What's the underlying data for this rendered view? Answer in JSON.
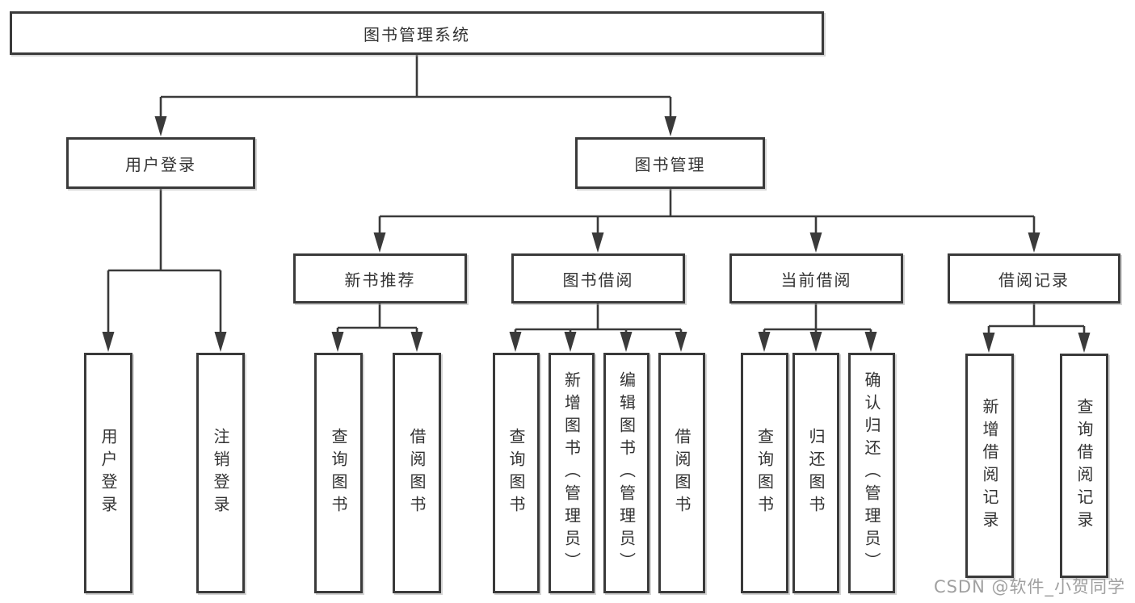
{
  "diagram": {
    "type": "tree",
    "colors": {
      "line": "#3a3a3a",
      "box_border": "#3a3a3a",
      "box_fill": "#ffffff",
      "text": "#333333",
      "watermark": "#969696",
      "background": "#ffffff"
    },
    "nodes": {
      "root": {
        "label": "图书管理系统"
      },
      "login": {
        "label": "用户登录"
      },
      "mgmt": {
        "label": "图书管理"
      },
      "login_user": {
        "label": "用户登录"
      },
      "login_logout": {
        "label": "注销登录"
      },
      "rec": {
        "label": "新书推荐"
      },
      "borrow": {
        "label": "图书借阅"
      },
      "current": {
        "label": "当前借阅"
      },
      "record": {
        "label": "借阅记录"
      },
      "rec_query": {
        "label": "查询图书"
      },
      "rec_borrow": {
        "label": "借阅图书"
      },
      "borrow_query": {
        "label": "查询图书"
      },
      "borrow_add": {
        "label": "新增图书（管理员）"
      },
      "borrow_edit": {
        "label": "编辑图书（管理员）"
      },
      "borrow_borrow": {
        "label": "借阅图书"
      },
      "current_query": {
        "label": "查询图书"
      },
      "current_return": {
        "label": "归还图书"
      },
      "current_confirm": {
        "label": "确认归还（管理员）"
      },
      "record_add": {
        "label": "新增借阅记录"
      },
      "record_query": {
        "label": "查询借阅记录"
      }
    },
    "edges": [
      [
        "root",
        "login"
      ],
      [
        "root",
        "mgmt"
      ],
      [
        "login",
        "login_user"
      ],
      [
        "login",
        "login_logout"
      ],
      [
        "mgmt",
        "rec"
      ],
      [
        "mgmt",
        "borrow"
      ],
      [
        "mgmt",
        "current"
      ],
      [
        "mgmt",
        "record"
      ],
      [
        "rec",
        "rec_query"
      ],
      [
        "rec",
        "rec_borrow"
      ],
      [
        "borrow",
        "borrow_query"
      ],
      [
        "borrow",
        "borrow_add"
      ],
      [
        "borrow",
        "borrow_edit"
      ],
      [
        "borrow",
        "borrow_borrow"
      ],
      [
        "current",
        "current_query"
      ],
      [
        "current",
        "current_return"
      ],
      [
        "current",
        "current_confirm"
      ],
      [
        "record",
        "record_add"
      ],
      [
        "record",
        "record_query"
      ]
    ]
  },
  "watermark": {
    "text": "CSDN @软件_小贺同学"
  }
}
